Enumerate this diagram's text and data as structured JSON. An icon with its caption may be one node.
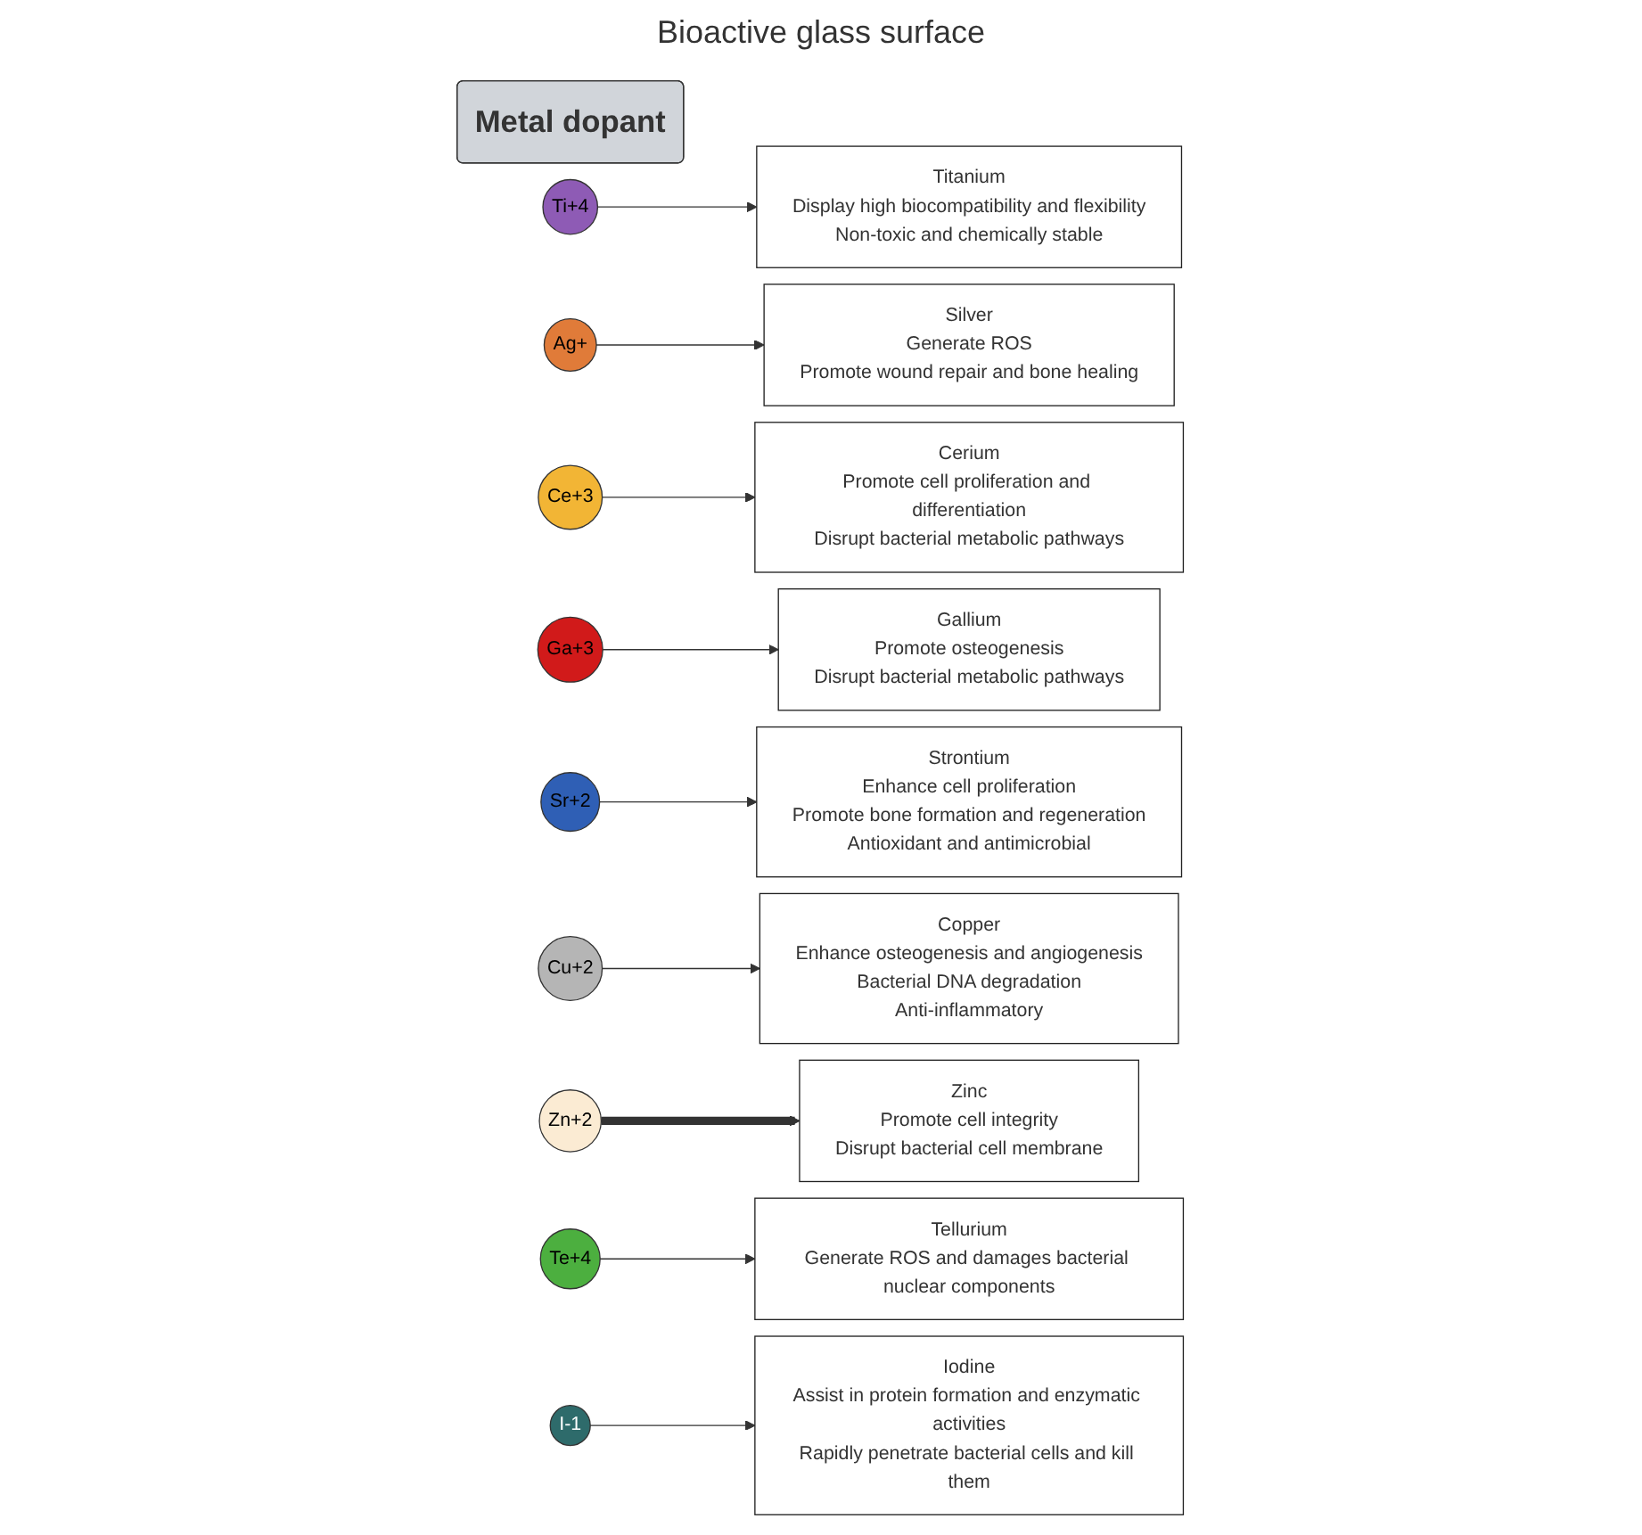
{
  "diagram": {
    "nodes": [
      {
        "text": [
          "Silver",
          "Generate ROS",
          "Promote wound repair and bone healing"
        ]
      },
      {
        "text": [
          "Cerium",
          "Promote cell proliferation and differentiation",
          "Disrupt bacterial metabolic pathways"
        ]
      },
      {
        "text": [
          "Titanium",
          "Display high biocompatibility and flexibility",
          "Non-toxic and chemically stable"
        ]
      },
      {
        "text": [
          "Gallium",
          "Promote osteogenesis",
          "Disrupt bacterial metabolic pathways"
        ]
      },
      {
        "text": [
          "Strontium",
          "Enhance cell proliferation",
          "Promote bone formation and regeneration",
          "Antioxidant and antimicrobial"
        ]
      },
      {
        "text": [
          "Copper",
          "Enhance osteogenesis and angiogenesis",
          "Bacterial DNA degradation",
          "Anti-inflammatory"
        ]
      },
      {
        "text": [
          "Tellurium",
          "Generate ROS and damages bacterial nuclear components"
        ]
      },
      {
        "text": [
          "Zinc",
          "Promote cell integrity",
          "Disrupt bacterial cell membrane"
        ]
      },
      {
        "text": [
          "Iodine",
          "Assist in protein formation and enzymatic activities",
          "Rapidly penetrate bacterial cells and kill them"
        ]
      },
      {
        "text": [
          "Metal dopant"
        ]
      },
      {
        "text": [
          "Ti+4"
        ]
      },
      {
        "text": [
          "Ag+"
        ]
      },
      {
        "text": [
          "Ce+3"
        ]
      },
      {
        "text": [
          "Ga+3"
        ]
      },
      {
        "text": [
          "Sr+2"
        ]
      },
      {
        "text": [
          "Cu+2"
        ]
      },
      {
        "text": [
          "Zn+2"
        ]
      },
      {
        "text": [
          "Te+4"
        ]
      },
      {
        "text": [
          "I-1"
        ]
      }
    ],
    "edges": [
      {
        "from": 10,
        "to": 2,
        "arrow": "to"
      },
      {
        "from": 11,
        "to": 0,
        "arrow": "to"
      },
      {
        "from": 12,
        "to": 1,
        "arrow": "to"
      },
      {
        "from": 13,
        "to": 3,
        "arrow": "to"
      },
      {
        "from": 14,
        "to": 4,
        "arrow": "to"
      },
      {
        "from": 15,
        "to": 5,
        "arrow": "to"
      },
      {
        "from": 16,
        "to": 7,
        "arrow": "to",
        "style": "thick"
      },
      {
        "from": 17,
        "to": 6,
        "arrow": "to"
      },
      {
        "from": 18,
        "to": 8,
        "arrow": "to"
      }
    ],
    "labels": [
      "Bioactive glass surface"
    ]
  }
}
